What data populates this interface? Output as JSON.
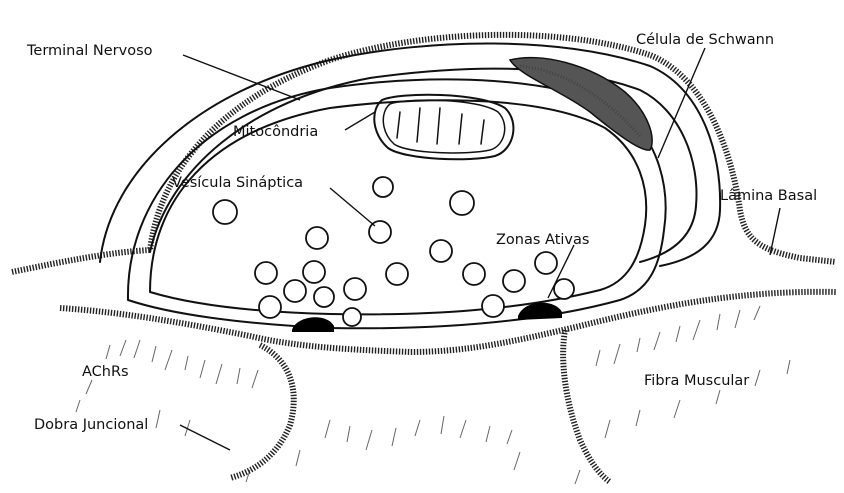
{
  "labels": {
    "terminal_nervoso": "Terminal Nervoso",
    "celula_schwann": "Célula de Schwann",
    "mitocondria": "Mitocôndria",
    "vesicula_sinaptica": "Vesícula Sináptica",
    "lamina_basal": "Lâmina Basal",
    "zonas_ativas": "Zonas Ativas",
    "achrs": "AChRs",
    "fibra_muscular": "Fibra Muscular",
    "dobra_juncional": "Dobra Juncional"
  },
  "colors": {
    "ink": "#111111",
    "background": "#ffffff"
  }
}
